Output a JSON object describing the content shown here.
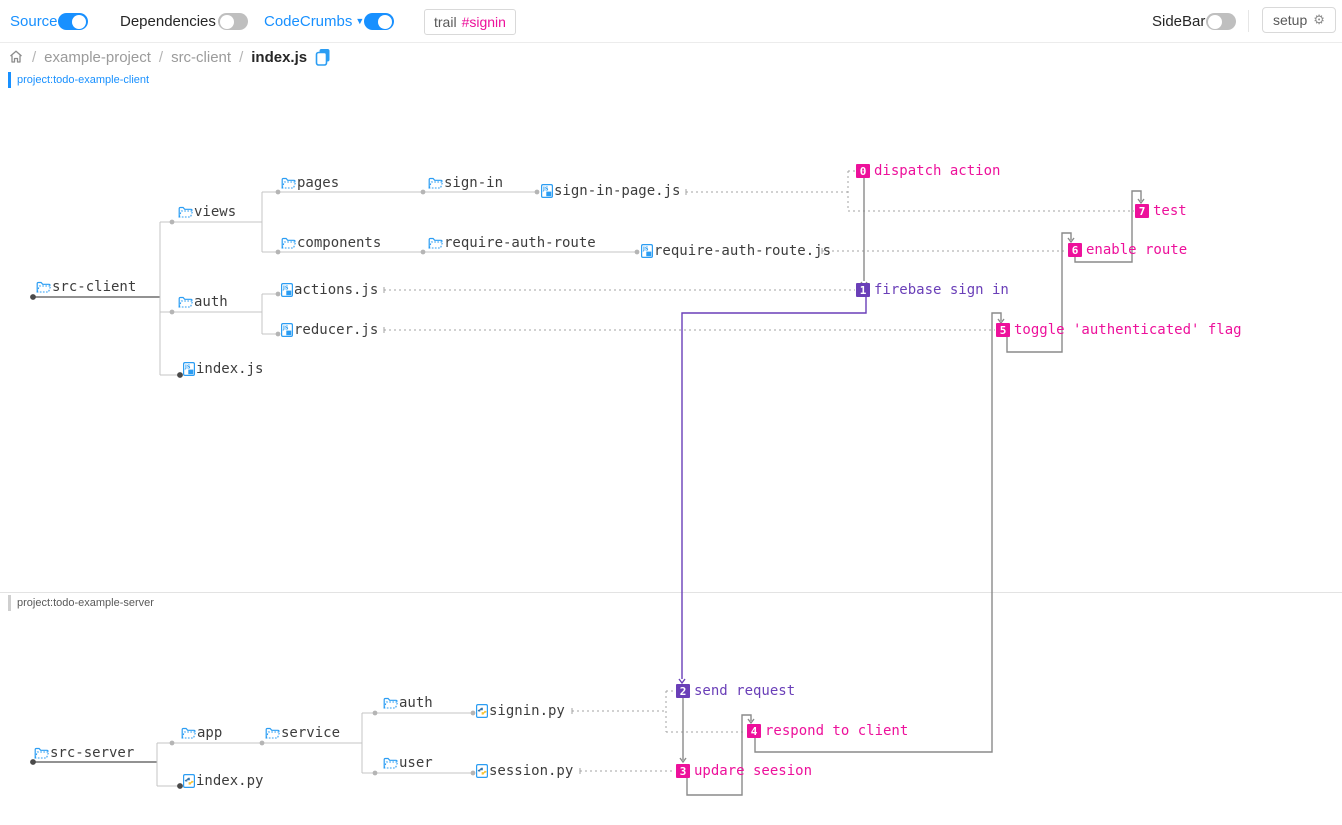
{
  "toolbar": {
    "source_label": "Source",
    "dependencies_label": "Dependencies",
    "codecrumbs_label": "CodeCrumbs",
    "trail_prefix": "trail",
    "trail_tag": "#signin",
    "sidebar_label": "SideBar",
    "setup_label": "setup",
    "source_on": true,
    "dependencies_on": false,
    "codecrumbs_on": true,
    "sidebar_on": false
  },
  "breadcrumb": {
    "sep": "/",
    "items": [
      "example-project",
      "src-client"
    ],
    "current": "index.js"
  },
  "sections": {
    "client_label": "project:todo-example-client",
    "server_label": "project:todo-example-server"
  },
  "client_tree": {
    "nodes": [
      {
        "label": "src-client",
        "type": "folder"
      },
      {
        "label": "views",
        "type": "folder"
      },
      {
        "label": "auth",
        "type": "folder"
      },
      {
        "label": "index.js",
        "type": "js-file"
      },
      {
        "label": "pages",
        "type": "folder"
      },
      {
        "label": "components",
        "type": "folder"
      },
      {
        "label": "sign-in",
        "type": "folder"
      },
      {
        "label": "require-auth-route",
        "type": "folder"
      },
      {
        "label": "sign-in-page.js",
        "type": "js-file"
      },
      {
        "label": "require-auth-route.js",
        "type": "js-file"
      },
      {
        "label": "actions.js",
        "type": "js-file"
      },
      {
        "label": "reducer.js",
        "type": "js-file"
      }
    ]
  },
  "server_tree": {
    "nodes": [
      {
        "label": "src-server",
        "type": "folder"
      },
      {
        "label": "app",
        "type": "folder"
      },
      {
        "label": "index.py",
        "type": "py-file"
      },
      {
        "label": "service",
        "type": "folder"
      },
      {
        "label": "auth",
        "type": "folder"
      },
      {
        "label": "user",
        "type": "folder"
      },
      {
        "label": "signin.py",
        "type": "py-file"
      },
      {
        "label": "session.py",
        "type": "py-file"
      }
    ]
  },
  "crumbs": [
    {
      "num": "0",
      "label": "dispatch action",
      "state": "normal"
    },
    {
      "num": "1",
      "label": "firebase sign in",
      "state": "selected"
    },
    {
      "num": "2",
      "label": "send request",
      "state": "selected"
    },
    {
      "num": "3",
      "label": "updare seesion",
      "state": "normal"
    },
    {
      "num": "4",
      "label": "respond to client",
      "state": "normal"
    },
    {
      "num": "5",
      "label": "toggle 'authenticated' flag",
      "state": "normal"
    },
    {
      "num": "6",
      "label": "enable route",
      "state": "normal"
    },
    {
      "num": "7",
      "label": "test",
      "state": "normal"
    }
  ],
  "colors": {
    "accent_blue": "#1890ff",
    "icon_blue": "#2b9df3",
    "crumb_pink": "#ed119b",
    "crumb_purple": "#6a3fb8",
    "flow_gray": "#8a8a8a",
    "tree_line_gray": "#c4c4c4"
  }
}
